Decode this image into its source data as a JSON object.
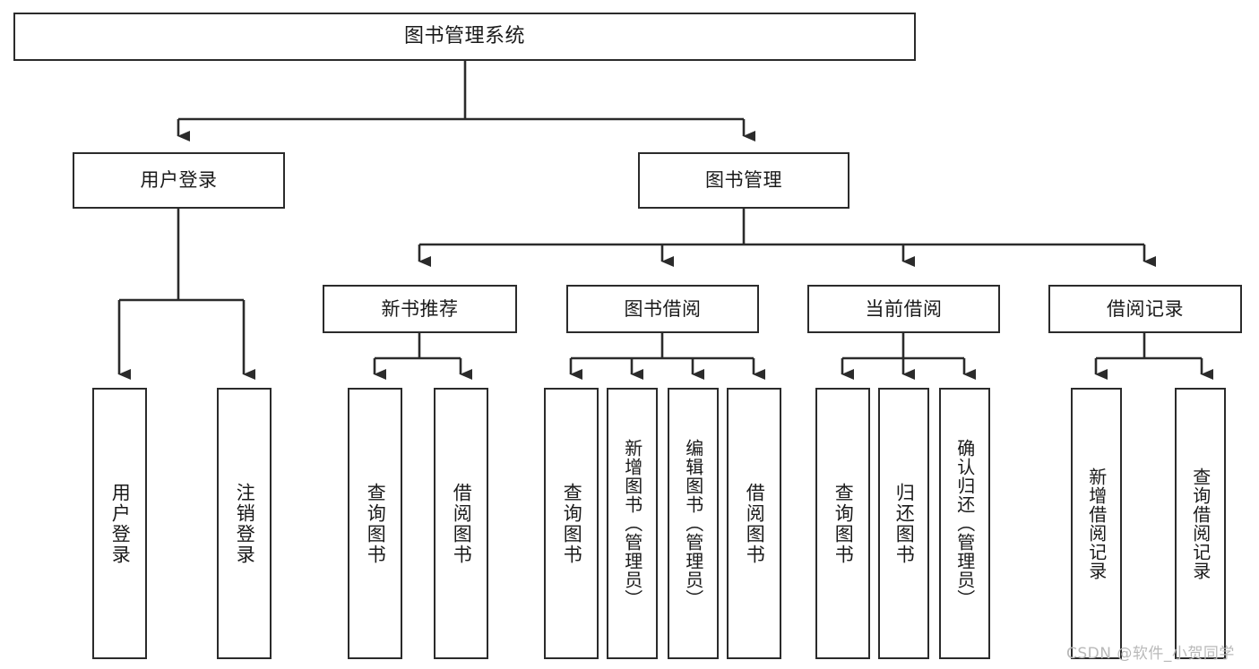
{
  "diagram": {
    "type": "tree",
    "title": "图书管理系统",
    "root": {
      "label": "图书管理系统"
    },
    "level2": [
      {
        "label": "用户登录"
      },
      {
        "label": "图书管理"
      }
    ],
    "level3": [
      {
        "label": "新书推荐"
      },
      {
        "label": "图书借阅"
      },
      {
        "label": "当前借阅"
      },
      {
        "label": "借阅记录"
      }
    ],
    "leaves": {
      "user_login": [
        {
          "label": "用户登录"
        },
        {
          "label": "注销登录"
        }
      ],
      "new_book_recommend": [
        {
          "label": "查询图书"
        },
        {
          "label": "借阅图书"
        }
      ],
      "book_borrow": [
        {
          "label": "查询图书"
        },
        {
          "label": "新增图书（管理员）"
        },
        {
          "label": "编辑图书（管理员）"
        },
        {
          "label": "借阅图书"
        }
      ],
      "current_borrow": [
        {
          "label": "查询图书"
        },
        {
          "label": "归还图书"
        },
        {
          "label": "确认归还（管理员）"
        }
      ],
      "borrow_record": [
        {
          "label": "新增借阅记录"
        },
        {
          "label": "查询借阅记录"
        }
      ]
    }
  },
  "watermark": {
    "text": "CSDN @软件_小贺同学"
  },
  "colors": {
    "background": "#ffffff",
    "border": "#2b2b2b",
    "text": "#1a1a1a",
    "watermark": "#b9b9b9"
  }
}
